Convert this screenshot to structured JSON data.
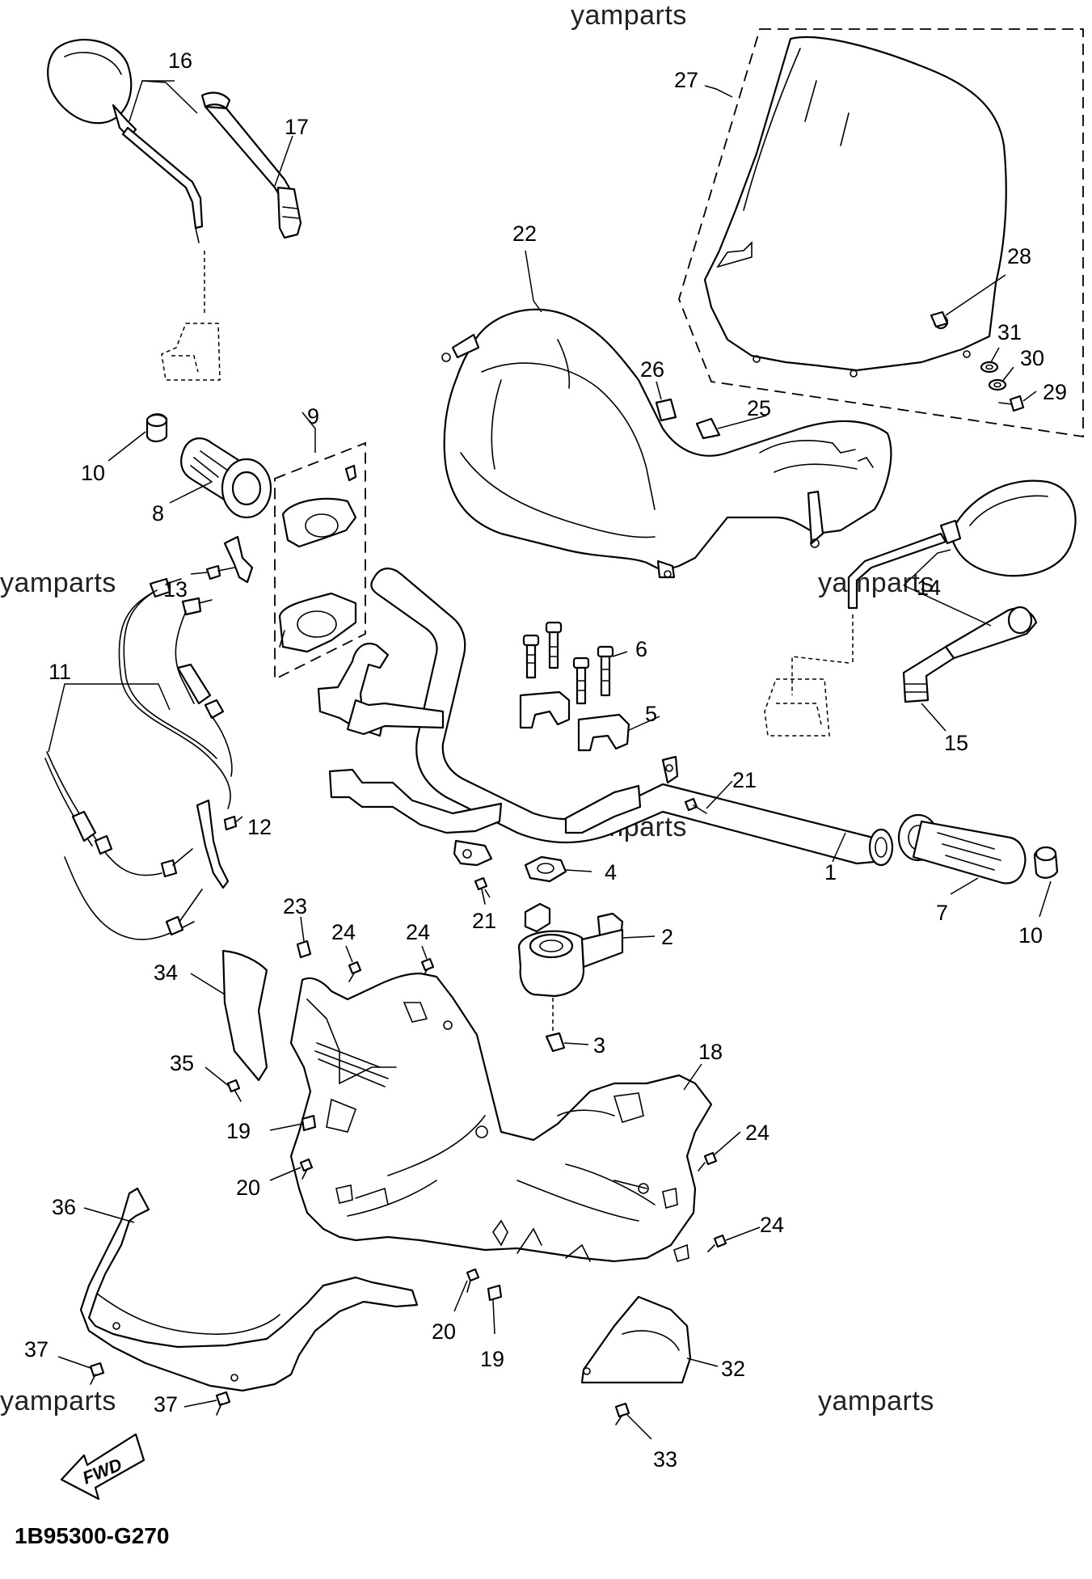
{
  "watermark": "yamparts",
  "diagram_code": "1B95300-G270",
  "fwd_label": "FWD",
  "callouts": {
    "c1": "1",
    "c2": "2",
    "c3": "3",
    "c4": "4",
    "c5": "5",
    "c6": "6",
    "c7": "7",
    "c8": "8",
    "c9": "9",
    "c10a": "10",
    "c10b": "10",
    "c11": "11",
    "c12": "12",
    "c13": "13",
    "c14": "14",
    "c15": "15",
    "c16": "16",
    "c17": "17",
    "c18": "18",
    "c19a": "19",
    "c19b": "19",
    "c20a": "20",
    "c20b": "20",
    "c21a": "21",
    "c21b": "21",
    "c22": "22",
    "c23": "23",
    "c24a": "24",
    "c24b": "24",
    "c24c": "24",
    "c24d": "24",
    "c25": "25",
    "c26": "26",
    "c27": "27",
    "c28": "28",
    "c29": "29",
    "c30": "30",
    "c31": "31",
    "c32": "32",
    "c33": "33",
    "c34": "34",
    "c35": "35",
    "c36": "36",
    "c37a": "37",
    "c37b": "37"
  }
}
